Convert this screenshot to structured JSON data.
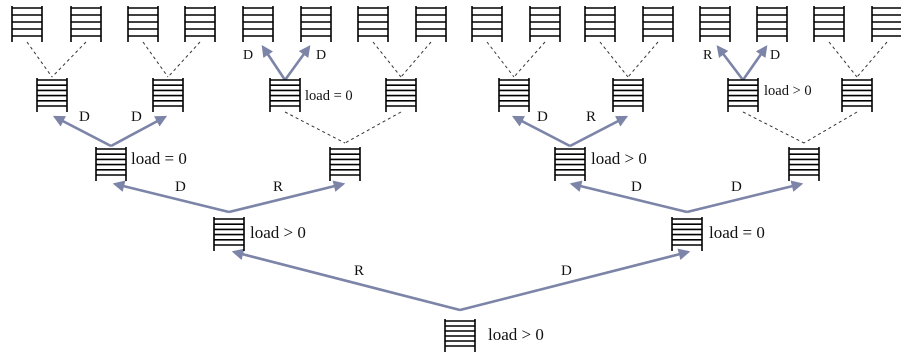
{
  "diagram": {
    "root": {
      "label": "load > 0"
    },
    "level1": {
      "left": {
        "label": "load > 0",
        "edge": "R"
      },
      "right": {
        "label": "load = 0",
        "edge": "D"
      }
    },
    "level2": {
      "ll": {
        "label": "load = 0",
        "edge": "D"
      },
      "lr": {
        "edge": "R"
      },
      "rl": {
        "label": "load > 0",
        "edge": "D"
      },
      "rr": {
        "edge": "D"
      }
    },
    "level3": {
      "lll": {
        "edge": "D"
      },
      "llr": {
        "edge": "D"
      },
      "lrl": {
        "label": "load = 0"
      },
      "rll": {
        "edge": "D"
      },
      "rlr": {
        "edge": "R"
      },
      "rrl": {
        "label": "load > 0"
      }
    },
    "level4": {
      "lrl_l": {
        "edge": "D"
      },
      "lrl_r": {
        "edge": "D"
      },
      "rrl_l": {
        "edge": "R"
      },
      "rrl_r": {
        "edge": "D"
      }
    }
  }
}
